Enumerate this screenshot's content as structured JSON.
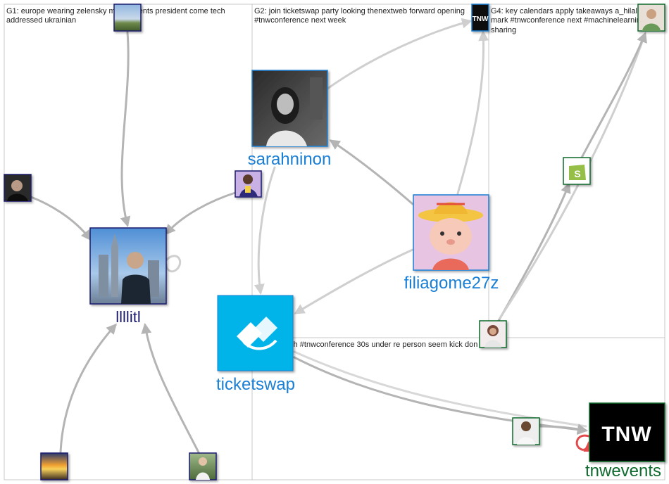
{
  "groups": [
    {
      "id": "G1",
      "label": "G1: europe wearing zelensky major events president come tech",
      "label2": "addressed ukrainian"
    },
    {
      "id": "G2",
      "label": "G2: join ticketswap party looking thenextweb forward opening",
      "label2": "#tnwconference next week"
    },
    {
      "id": "G3",
      "label": "G3: tnw tech #tnwconference 30s under re person seem kick don",
      "label2": ""
    },
    {
      "id": "G4",
      "label": "G4: key calendars apply takeaways a_hilal",
      "label2": "mark #tnwconference next #machinelearning",
      "label3": "sharing"
    }
  ],
  "nodes": [
    {
      "id": "llllitl",
      "label": "llllitl",
      "label_color": "#1a1a6e",
      "image_kind": "city-person",
      "border": "#1a1a6e"
    },
    {
      "id": "sarahninon",
      "label": "sarahninon",
      "label_color": "#1a7fd4",
      "image_kind": "bw-portrait",
      "border": "#1a7fd4"
    },
    {
      "id": "filiagome27z",
      "label": "filiagome27z",
      "label_color": "#1a7fd4",
      "image_kind": "cartoon",
      "border": "#1a7fd4"
    },
    {
      "id": "ticketswap",
      "label": "ticketswap",
      "label_color": "#1a7fd4",
      "image_kind": "ticketswap-logo",
      "border": "#1a7fd4"
    },
    {
      "id": "tnwevents",
      "label": "tnwevents",
      "label_color": "#0f6b2f",
      "image_kind": "tnw-logo",
      "logo_text": "TNW",
      "border": "#0f6b2f"
    },
    {
      "id": "g1-top",
      "label": "",
      "image_kind": "landscape",
      "border": "#1a1a6e"
    },
    {
      "id": "g1-left",
      "label": "",
      "image_kind": "man-dark",
      "border": "#1a1a6e"
    },
    {
      "id": "g1-right",
      "label": "",
      "image_kind": "purple-person",
      "border": "#1a1a6e"
    },
    {
      "id": "g1-sunset",
      "label": "",
      "image_kind": "sunset",
      "border": "#1a1a6e"
    },
    {
      "id": "g1-outdoor",
      "label": "",
      "image_kind": "outdoor-person",
      "border": "#1a1a6e"
    },
    {
      "id": "g2-tnw",
      "label": "",
      "image_kind": "tnw-small",
      "logo_text": "TNW",
      "border": "#1a7fd4"
    },
    {
      "id": "g4-woman",
      "label": "",
      "image_kind": "woman-small",
      "border": "#0f6b2f"
    },
    {
      "id": "g4-shopify",
      "label": "",
      "image_kind": "shopify",
      "border": "#0f6b2f"
    },
    {
      "id": "g4-woman2",
      "label": "",
      "image_kind": "woman-small",
      "border": "#0f6b2f"
    },
    {
      "id": "g3-woman",
      "label": "",
      "image_kind": "woman-small",
      "border": "#0f6b2f"
    }
  ],
  "colors": {
    "edge": "#b4b4b4",
    "edge_light": "#cfcfcf",
    "selfloop_red": "#e24b4b",
    "grid": "#c8c8c8"
  }
}
